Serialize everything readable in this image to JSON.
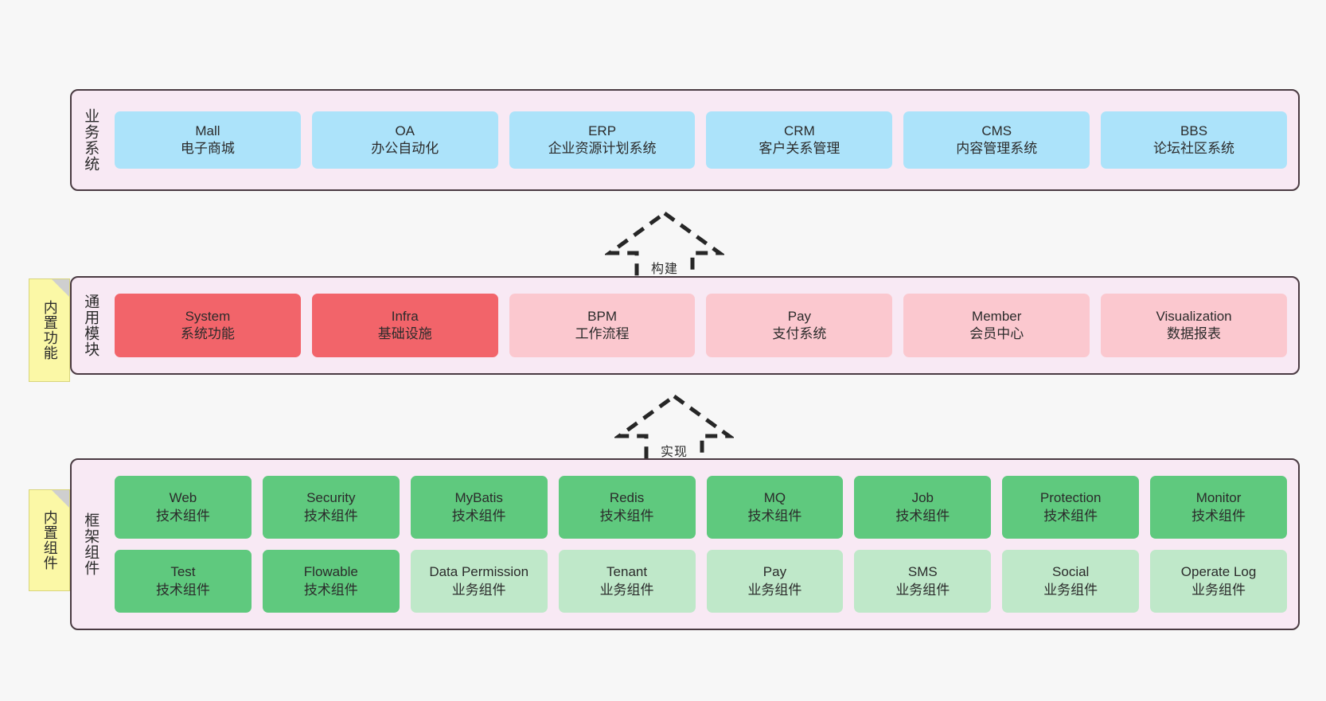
{
  "layers": [
    {
      "id": "business",
      "title": "业务系统",
      "rows": [
        [
          {
            "name": "Mall",
            "sub": "电子商城",
            "color": "blue"
          },
          {
            "name": "OA",
            "sub": "办公自动化",
            "color": "blue"
          },
          {
            "name": "ERP",
            "sub": "企业资源计划系统",
            "color": "blue"
          },
          {
            "name": "CRM",
            "sub": "客户关系管理",
            "color": "blue"
          },
          {
            "name": "CMS",
            "sub": "内容管理系统",
            "color": "blue"
          },
          {
            "name": "BBS",
            "sub": "论坛社区系统",
            "color": "blue"
          }
        ]
      ]
    },
    {
      "id": "modules",
      "title": "通用模块",
      "rows": [
        [
          {
            "name": "System",
            "sub": "系统功能",
            "color": "red-strong"
          },
          {
            "name": "Infra",
            "sub": "基础设施",
            "color": "red-strong"
          },
          {
            "name": "BPM",
            "sub": "工作流程",
            "color": "red-light"
          },
          {
            "name": "Pay",
            "sub": "支付系统",
            "color": "red-light"
          },
          {
            "name": "Member",
            "sub": "会员中心",
            "color": "red-light"
          },
          {
            "name": "Visualization",
            "sub": "数据报表",
            "color": "red-light"
          }
        ]
      ]
    },
    {
      "id": "framework",
      "title": "框架组件",
      "rows": [
        [
          {
            "name": "Web",
            "sub": "技术组件",
            "color": "green-dark"
          },
          {
            "name": "Security",
            "sub": "技术组件",
            "color": "green-dark"
          },
          {
            "name": "MyBatis",
            "sub": "技术组件",
            "color": "green-dark"
          },
          {
            "name": "Redis",
            "sub": "技术组件",
            "color": "green-dark"
          },
          {
            "name": "MQ",
            "sub": "技术组件",
            "color": "green-dark"
          },
          {
            "name": "Job",
            "sub": "技术组件",
            "color": "green-dark"
          },
          {
            "name": "Protection",
            "sub": "技术组件",
            "color": "green-dark"
          },
          {
            "name": "Monitor",
            "sub": "技术组件",
            "color": "green-dark"
          }
        ],
        [
          {
            "name": "Test",
            "sub": "技术组件",
            "color": "green-dark"
          },
          {
            "name": "Flowable",
            "sub": "技术组件",
            "color": "green-dark"
          },
          {
            "name": "Data Permission",
            "sub": "业务组件",
            "color": "green-light"
          },
          {
            "name": "Tenant",
            "sub": "业务组件",
            "color": "green-light"
          },
          {
            "name": "Pay",
            "sub": "业务组件",
            "color": "green-light"
          },
          {
            "name": "SMS",
            "sub": "业务组件",
            "color": "green-light"
          },
          {
            "name": "Social",
            "sub": "业务组件",
            "color": "green-light"
          },
          {
            "name": "Operate Log",
            "sub": "业务组件",
            "color": "green-light"
          }
        ]
      ]
    }
  ],
  "arrows": [
    {
      "id": "build",
      "label": "构建"
    },
    {
      "id": "realize",
      "label": "实现"
    }
  ],
  "notes": [
    {
      "id": "builtin-features",
      "label": "内置功能"
    },
    {
      "id": "builtin-components",
      "label": "内置组件"
    }
  ],
  "colors": {
    "canvas_background": "#f7f7f7",
    "layer_background": "#f8e9f4",
    "layer_border": "#4a3a42",
    "blue": "#ace3fa",
    "red_strong": "#f2646a",
    "red_light": "#fbc8cf",
    "green_dark": "#5fc97e",
    "green_light": "#bfe8c9",
    "note_background": "#fbf8a6",
    "note_fold": "#cfcfcf",
    "arrow_stroke": "#262626",
    "text": "#2b2b2b"
  }
}
